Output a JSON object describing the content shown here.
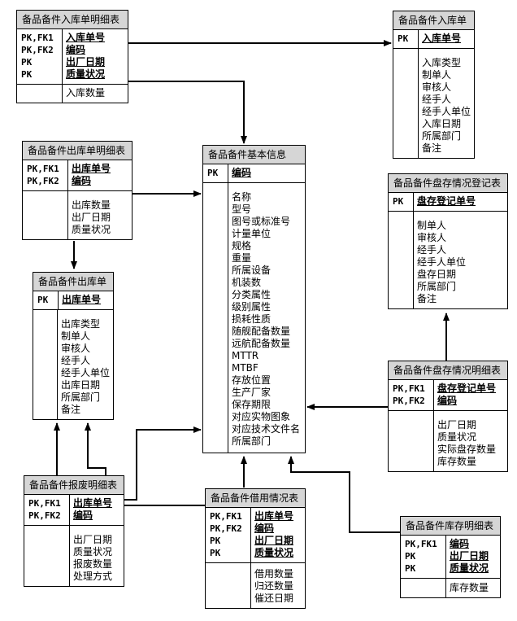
{
  "entities": {
    "inbound_detail": {
      "title": "备品备件入库单明细表",
      "keys": [
        [
          "PK,FK1",
          "入库单号"
        ],
        [
          "PK,FK2",
          "编码"
        ],
        [
          "PK",
          "出厂日期"
        ],
        [
          "PK",
          "质量状况"
        ]
      ],
      "attrs": [
        "入库数量"
      ]
    },
    "inbound": {
      "title": "备品备件入库单",
      "keys": [
        [
          "PK",
          "入库单号"
        ]
      ],
      "attrs": [
        "入库类型",
        "制单人",
        "审核人",
        "经手人",
        "经手人单位",
        "入库日期",
        "所属部门",
        "备注"
      ]
    },
    "outbound_detail": {
      "title": "备品备件出库单明细表",
      "keys": [
        [
          "PK,FK1",
          "出库单号"
        ],
        [
          "PK,FK2",
          "编码"
        ]
      ],
      "attrs": [
        "出库数量",
        "出厂日期",
        "质量状况"
      ]
    },
    "basic_info": {
      "title": "备品备件基本信息",
      "keys": [
        [
          "PK",
          "编码"
        ]
      ],
      "attrs": [
        "名称",
        "型号",
        "图号或标准号",
        "计量单位",
        "规格",
        "重量",
        "所属设备",
        "机装数",
        "分类属性",
        "级别属性",
        "损耗性质",
        "随舰配备数量",
        "远航配备数量",
        "MTTR",
        "MTBF",
        "存放位置",
        "生产厂家",
        "保存期限",
        "对应实物图象",
        "对应技术文件名",
        "所属部门"
      ]
    },
    "inventory_reg": {
      "title": "备品备件盘存情况登记表",
      "keys": [
        [
          "PK",
          "盘存登记单号"
        ]
      ],
      "attrs": [
        "制单人",
        "审核人",
        "经手人",
        "经手人单位",
        "盘存日期",
        "所属部门",
        "备注"
      ]
    },
    "outbound": {
      "title": "备品备件出库单",
      "keys": [
        [
          "PK",
          "出库单号"
        ]
      ],
      "attrs": [
        "出库类型",
        "制单人",
        "审核人",
        "经手人",
        "经手人单位",
        "出库日期",
        "所属部门",
        "备注"
      ]
    },
    "inventory_detail": {
      "title": "备品备件盘存情况明细表",
      "keys": [
        [
          "PK,FK1",
          "盘存登记单号"
        ],
        [
          "PK,FK2",
          "编码"
        ]
      ],
      "attrs": [
        "出厂日期",
        "质量状况",
        "实际盘存数量",
        "库存数量"
      ]
    },
    "scrap_detail": {
      "title": "备品备件报废明细表",
      "keys": [
        [
          "PK,FK1",
          "出库单号"
        ],
        [
          "PK,FK2",
          "编码"
        ]
      ],
      "attrs": [
        "出厂日期",
        "质量状况",
        "报废数量",
        "处理方式"
      ]
    },
    "borrow": {
      "title": "备品备件借用情况表",
      "keys": [
        [
          "PK,FK1",
          "出库单号"
        ],
        [
          "PK,FK2",
          "编码"
        ],
        [
          "PK",
          "出厂日期"
        ],
        [
          "PK",
          "质量状况"
        ]
      ],
      "attrs": [
        "借用数量",
        "归还数量",
        "催还日期"
      ]
    },
    "stock_detail": {
      "title": "备品备件库存明细表",
      "keys": [
        [
          "PK,FK1",
          "编码"
        ],
        [
          "PK",
          "出厂日期"
        ],
        [
          "PK",
          "质量状况"
        ]
      ],
      "attrs": [
        "库存数量"
      ]
    }
  },
  "relationships": [
    {
      "from": "inbound_detail",
      "to": "inbound"
    },
    {
      "from": "inbound_detail",
      "to": "basic_info"
    },
    {
      "from": "outbound_detail",
      "to": "basic_info"
    },
    {
      "from": "outbound_detail",
      "to": "outbound"
    },
    {
      "from": "inventory_detail",
      "to": "inventory_reg"
    },
    {
      "from": "inventory_detail",
      "to": "basic_info"
    },
    {
      "from": "scrap_detail",
      "to": "outbound"
    },
    {
      "from": "scrap_detail",
      "to": "basic_info"
    },
    {
      "from": "borrow",
      "to": "outbound"
    },
    {
      "from": "borrow",
      "to": "basic_info"
    },
    {
      "from": "stock_detail",
      "to": "basic_info"
    }
  ]
}
